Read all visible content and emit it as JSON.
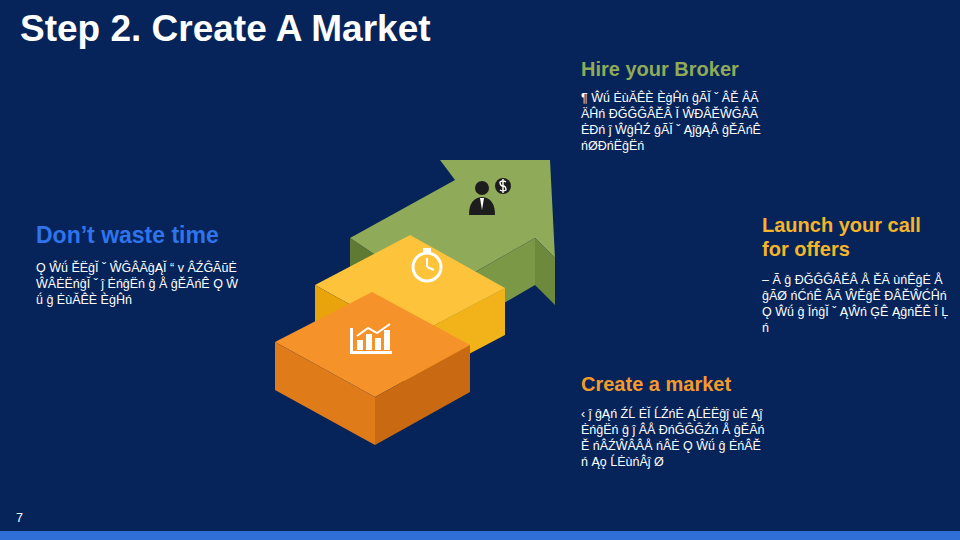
{
  "diagram": {
    "title": "Step 2. Create A Market",
    "labels": [
      "Hire your Broker",
      "¶ Ŵǘ ĖùĂÊÈ ÈġĤń ĝÃĬ ˇ ÂĚ ÂÃÄĤń ĐĞĜĜÂĚÂ Ĭ ŴĐÂĚŴĜÂÃ ĖĐń ĵ ŴĝĤŹ ĝÃĬ ˇ ĄĵĝĄÂ ĝĚÃńÊ ńØĐńËĝËń",
      "Don’t waste time",
      "Ǫ Ŵǘ ĚËĝĬ ˇ ŴĜÂÃĝĄĬ “ v ÂŹĜÃŭĖ ŴÂĖËńĝĬ ˇ ĵ ĖńĝËń ĝ Å ĝĚÃńÊ Ǫ Ŵǘ ĝ ĖùĂÊÈ ÈġĤń",
      "Launch your call for offers",
      "– Ã ĝ ĐĞĜĜÂĚÂ Å ĚÃ ùńÊĝĖ Å ĝÃØ ńĆńÊ ÂÃ ŴĚĝÊ ĐÂĚŴĆĤń Ǫ Ŵǘ ĝ ĬńĝĬ ˇ ĄŴń ĢÊ ĄĝńĚÊ Ĭ Ļ ń",
      "Create a market",
      "‹ ĵ ĝĄń ŹĹ ĖĬ ĹŹńĖ ĄĹĖËĝĵ ùĖ ĄĵĖńĝËń ĝ ĵ ÂÅ ĐńĜĜĜŹń Å ĝĚÃńĚ ńÂŹŴÂÂÅ ńÂĖ Ǫ Ŵǘ ĝ ĖńÂĚń Ąǫ ĹĖùńÂĵ Ø",
      "7"
    ]
  }
}
